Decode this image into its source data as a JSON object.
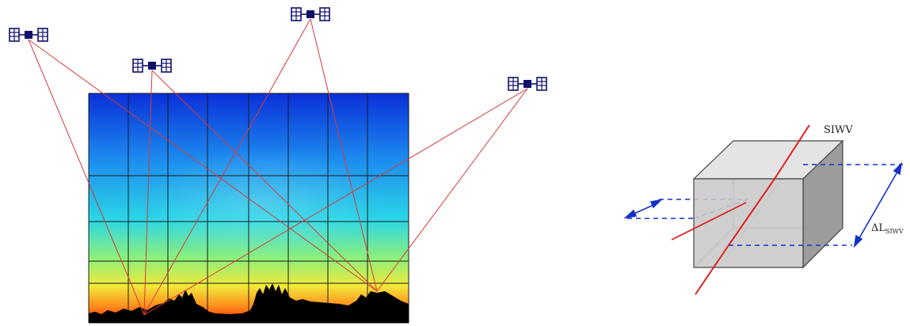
{
  "colors": {
    "ray": "#d63a3a",
    "grid": "#1a1a1a",
    "satellite": "#10106a",
    "terrain": "#000000",
    "cube_front": "#c9c9c9",
    "cube_top": "#e2e2e2",
    "cube_side": "#9a9a9a",
    "projection": "#1530c8",
    "swv_ray": "#e02020"
  },
  "tomography": {
    "satellites": [
      {
        "icon": "satellite-icon"
      },
      {
        "icon": "satellite-icon"
      },
      {
        "icon": "satellite-icon"
      },
      {
        "icon": "satellite-icon"
      }
    ],
    "grid": {
      "columns": 8,
      "rows": 5
    }
  },
  "voxel_diagram": {
    "ray_label": "SIWV",
    "delta_main": "ΔL",
    "delta_sub": "SIWV"
  }
}
